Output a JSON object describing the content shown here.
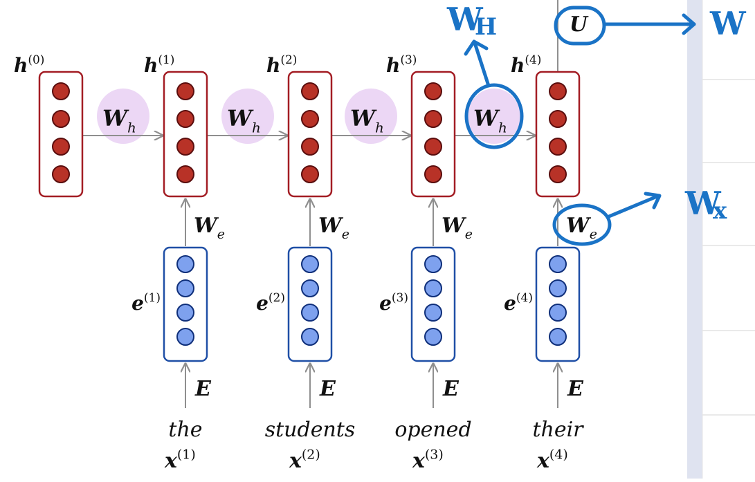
{
  "diagram": {
    "title": "",
    "colors": {
      "hidden_stroke": "#a31d24",
      "hidden_fill": "#b83227",
      "embed_stroke": "#1f4fa6",
      "embed_fill": "#7ea1ee",
      "weight_bubble": "#ecd7f5",
      "arrow": "#8f8f8f",
      "annotation": "#1a73c6",
      "sidebar": "#dfe3f0"
    },
    "hidden_states": [
      {
        "base": "h",
        "sup": "(0)"
      },
      {
        "base": "h",
        "sup": "(1)"
      },
      {
        "base": "h",
        "sup": "(2)"
      },
      {
        "base": "h",
        "sup": "(3)"
      },
      {
        "base": "h",
        "sup": "(4)"
      }
    ],
    "recurrent_weights": [
      {
        "base": "W",
        "sub": "h"
      },
      {
        "base": "W",
        "sub": "h"
      },
      {
        "base": "W",
        "sub": "h"
      },
      {
        "base": "W",
        "sub": "h"
      }
    ],
    "embedding_weights": [
      {
        "base": "W",
        "sub": "e"
      },
      {
        "base": "W",
        "sub": "e"
      },
      {
        "base": "W",
        "sub": "e"
      },
      {
        "base": "W",
        "sub": "e"
      }
    ],
    "embeddings": [
      {
        "base": "e",
        "sup": "(1)"
      },
      {
        "base": "e",
        "sup": "(2)"
      },
      {
        "base": "e",
        "sup": "(3)"
      },
      {
        "base": "e",
        "sup": "(4)"
      }
    ],
    "embedding_matrix": [
      "E",
      "E",
      "E",
      "E"
    ],
    "words": [
      "the",
      "students",
      "opened",
      "their"
    ],
    "inputs": [
      {
        "base": "x",
        "sup": "(1)"
      },
      {
        "base": "x",
        "sup": "(2)"
      },
      {
        "base": "x",
        "sup": "(3)"
      },
      {
        "base": "x",
        "sup": "(4)"
      }
    ],
    "output_weight": "U",
    "annotations": {
      "w_h": {
        "base": "W",
        "sub": "H"
      },
      "w_x": {
        "base": "W",
        "sub": "x"
      },
      "w": "W"
    }
  }
}
